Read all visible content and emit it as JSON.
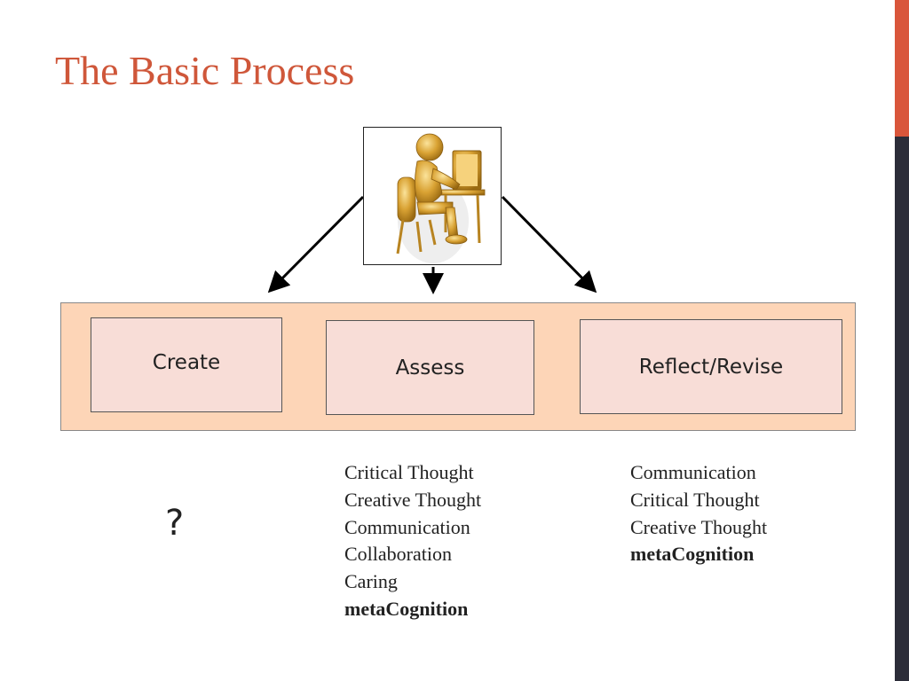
{
  "slide": {
    "title": "The Basic Process"
  },
  "colors": {
    "title": "#cf573a",
    "accent_bar_top": "#d9563b",
    "accent_bar_bottom": "#2c2d39",
    "band": "#fdd5b7",
    "step_box": "#f8ddd7",
    "figure": "#d9a233"
  },
  "figure": {
    "icon": "gold-figure-at-computer-icon"
  },
  "steps": [
    {
      "label": "Create"
    },
    {
      "label": "Assess"
    },
    {
      "label": "Reflect/Revise"
    }
  ],
  "create_note": "?",
  "assess_skills": [
    {
      "text": "Critical Thought",
      "bold": false
    },
    {
      "text": "Creative Thought",
      "bold": false
    },
    {
      "text": "Communication",
      "bold": false
    },
    {
      "text": "Collaboration",
      "bold": false
    },
    {
      "text": "Caring",
      "bold": false
    },
    {
      "text": "metaCognition",
      "bold": true
    }
  ],
  "reflect_skills": [
    {
      "text": "Communication",
      "bold": false
    },
    {
      "text": "Critical Thought",
      "bold": false
    },
    {
      "text": "Creative Thought",
      "bold": false
    },
    {
      "text": "metaCognition",
      "bold": true
    }
  ]
}
